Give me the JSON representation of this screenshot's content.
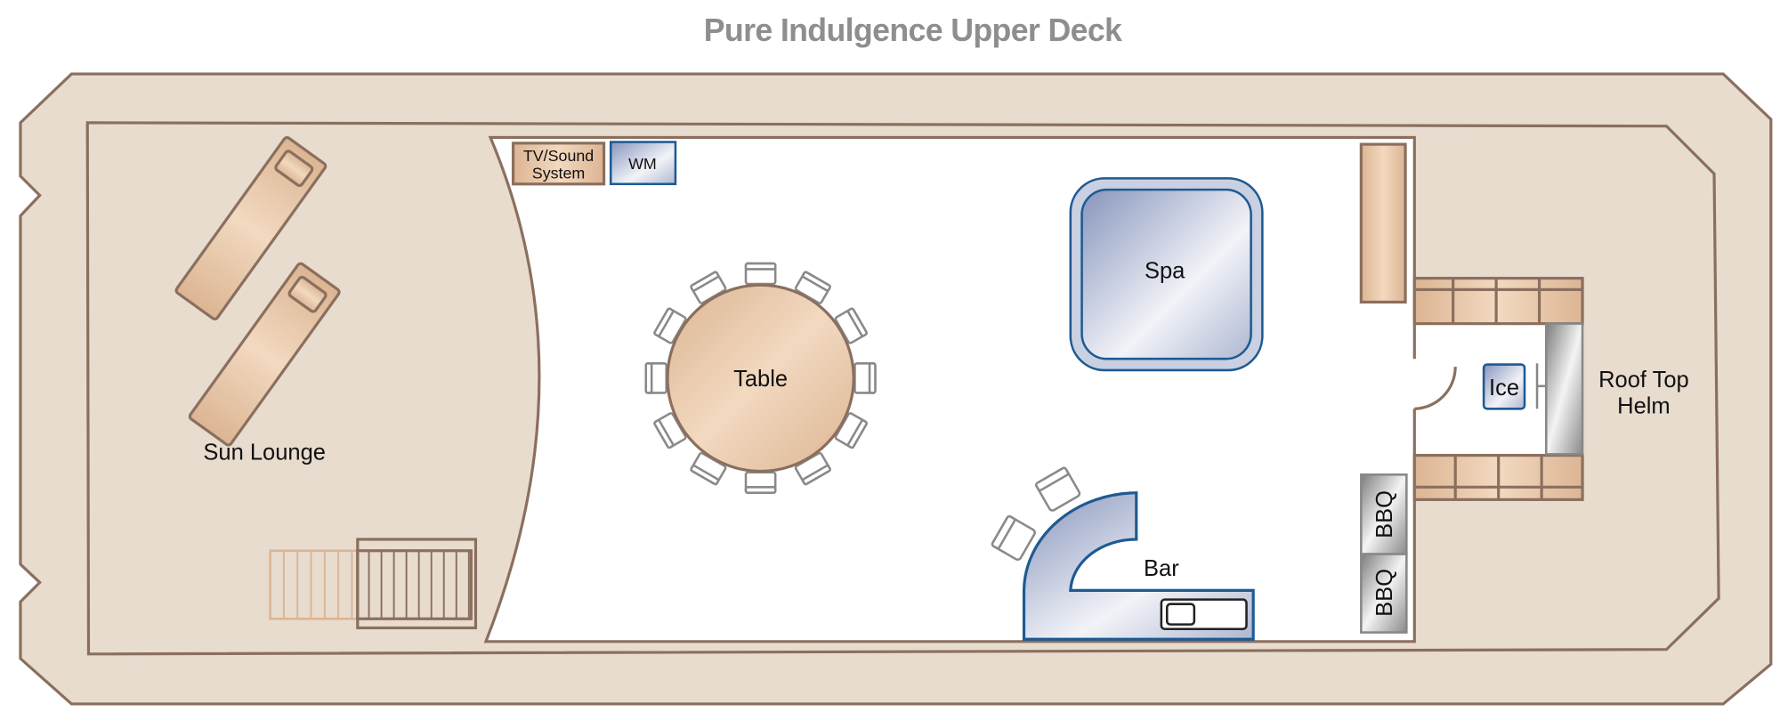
{
  "title": "Pure Indulgence Upper Deck",
  "labels": {
    "table": "Table",
    "spa": "Spa",
    "sun_lounge": "Sun Lounge",
    "bar": "Bar",
    "helm_line1": "Roof Top",
    "helm_line2": "Helm",
    "ice": "Ice",
    "bbq_1": "BBQ",
    "bbq_2": "BBQ",
    "tv_line1": "TV/Sound",
    "tv_line2": "System",
    "wm": "WM"
  },
  "colors": {
    "deck": "#e8dccf",
    "outline": "#8b6f5e",
    "wood": "#e9c9a8",
    "blue_edge": "#1f5a92",
    "title_gray": "#8e8e8e"
  }
}
